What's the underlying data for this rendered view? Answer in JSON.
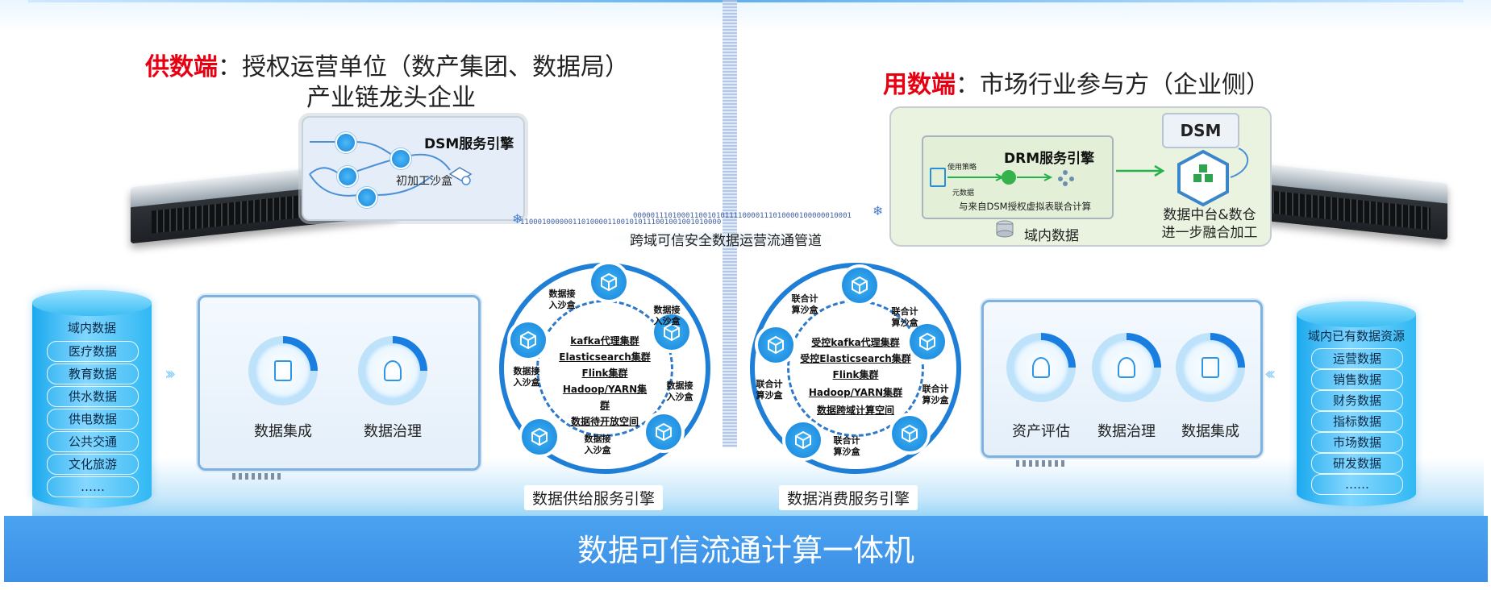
{
  "supply": {
    "label": "供数端",
    "line1": "：授权运营单位（数产集团、数据局）",
    "line2": "产业链龙头企业",
    "panel_title": "DSM服务引擎",
    "panel_sub": "初加工沙盒"
  },
  "demand": {
    "label": "用数端",
    "line1": "：市场行业参与方（企业侧）",
    "dsm": "DSM",
    "drm_title": "DRM服务引擎",
    "policy": "使用策略",
    "meta": "元数据",
    "joint": "与来自DSM授权虚拟表联合计算",
    "domain_data": "域内数据",
    "platform1": "数据中台&数仓",
    "platform2": "进一步融合加工"
  },
  "channel": {
    "label": "跨域可信安全数据运营流通管道",
    "binary_left": "1100010000001101000011001010111001001001010000",
    "binary_right": "00000111010001100101011110000111010000100000010001"
  },
  "left_db": {
    "title": "域内数据",
    "items": [
      "医疗数据",
      "教育数据",
      "供水数据",
      "供电数据",
      "公共交通",
      "文化旅游",
      "……"
    ]
  },
  "right_db": {
    "title": "域内已有数据资源",
    "items": [
      "运营数据",
      "销售数据",
      "财务数据",
      "指标数据",
      "市场数据",
      "研发数据",
      "……"
    ]
  },
  "left_cards": [
    "数据集成",
    "数据治理"
  ],
  "right_cards": [
    "资产评估",
    "数据治理",
    "数据集成"
  ],
  "supply_engine": {
    "title": "数据供给服务引擎",
    "node_label": [
      "数据接",
      "入沙盒"
    ],
    "center": [
      "kafka代理集群",
      "Elasticsearch集群",
      "Flink集群",
      "Hadoop/YARN集",
      "群",
      "数据待开放空间"
    ]
  },
  "consume_engine": {
    "title": "数据消费服务引擎",
    "node_label": [
      "联合计",
      "算沙盒"
    ],
    "center": [
      "受控kafka代理集群",
      "受控Elasticsearch集群",
      "Flink集群",
      "Hadoop/YARN集群",
      "数据跨域计算空间"
    ]
  },
  "base_title": "数据可信流通计算一体机",
  "colors": {
    "accent": "#1f7fd6",
    "red": "#e60012",
    "base": "#4aa3f0"
  }
}
